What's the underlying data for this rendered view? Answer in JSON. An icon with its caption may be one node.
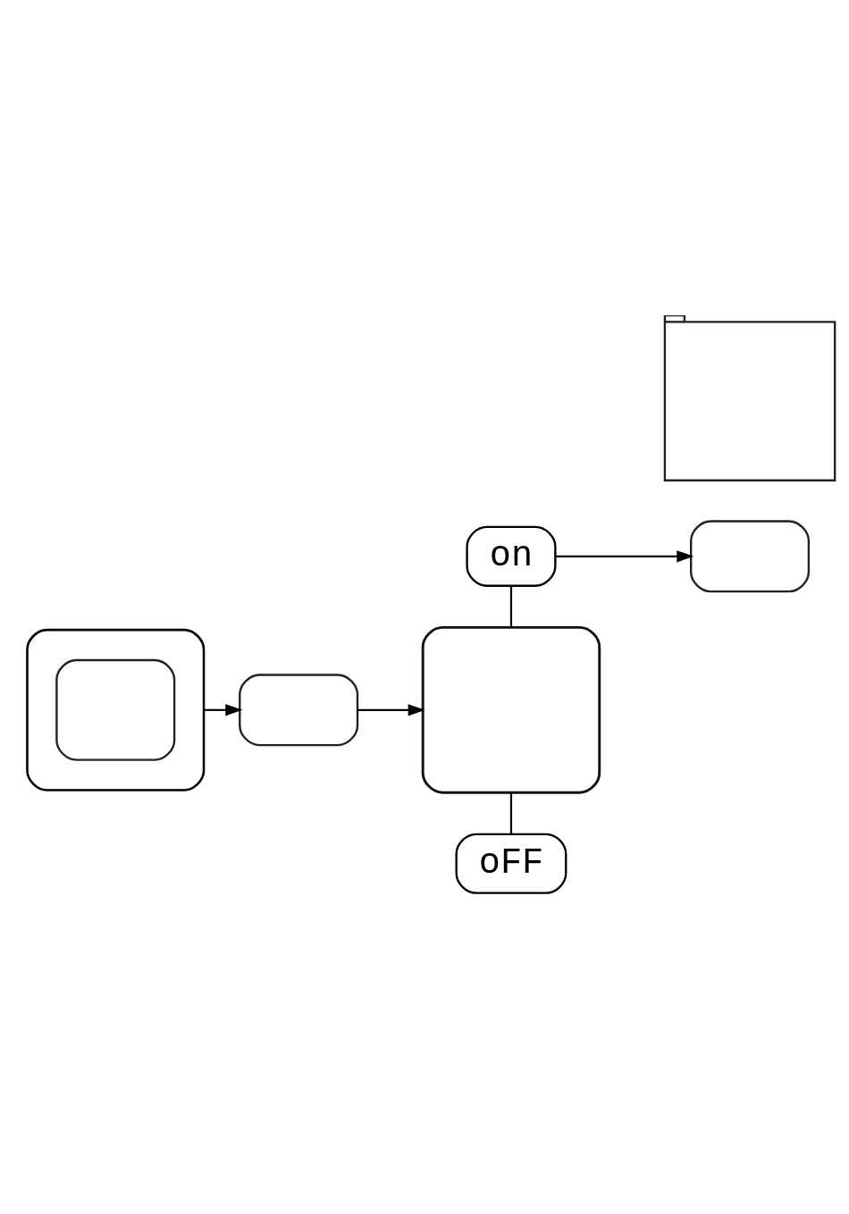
{
  "diagram": {
    "nodes": [
      {
        "text": [],
        "shape": "folder"
      },
      {
        "text": [],
        "shape": "box",
        "in": 0
      },
      {
        "text": [],
        "shape": "box"
      },
      {
        "text": [],
        "shape": "box"
      },
      {
        "text": [
          "on"
        ]
      },
      {
        "text": [],
        "shape": "box"
      },
      {
        "text": [
          "oFF"
        ]
      },
      {
        "text": [],
        "shape": "folder"
      }
    ],
    "edges": [
      {
        "from": 0,
        "to": 2,
        "arrow": "to"
      },
      {
        "from": 2,
        "to": 3,
        "arrow": "to"
      },
      {
        "from": 4,
        "to": 3,
        "arrow": "none"
      },
      {
        "from": 4,
        "to": 5,
        "arrow": "to"
      },
      {
        "from": 3,
        "to": 6,
        "arrow": "none"
      }
    ]
  }
}
